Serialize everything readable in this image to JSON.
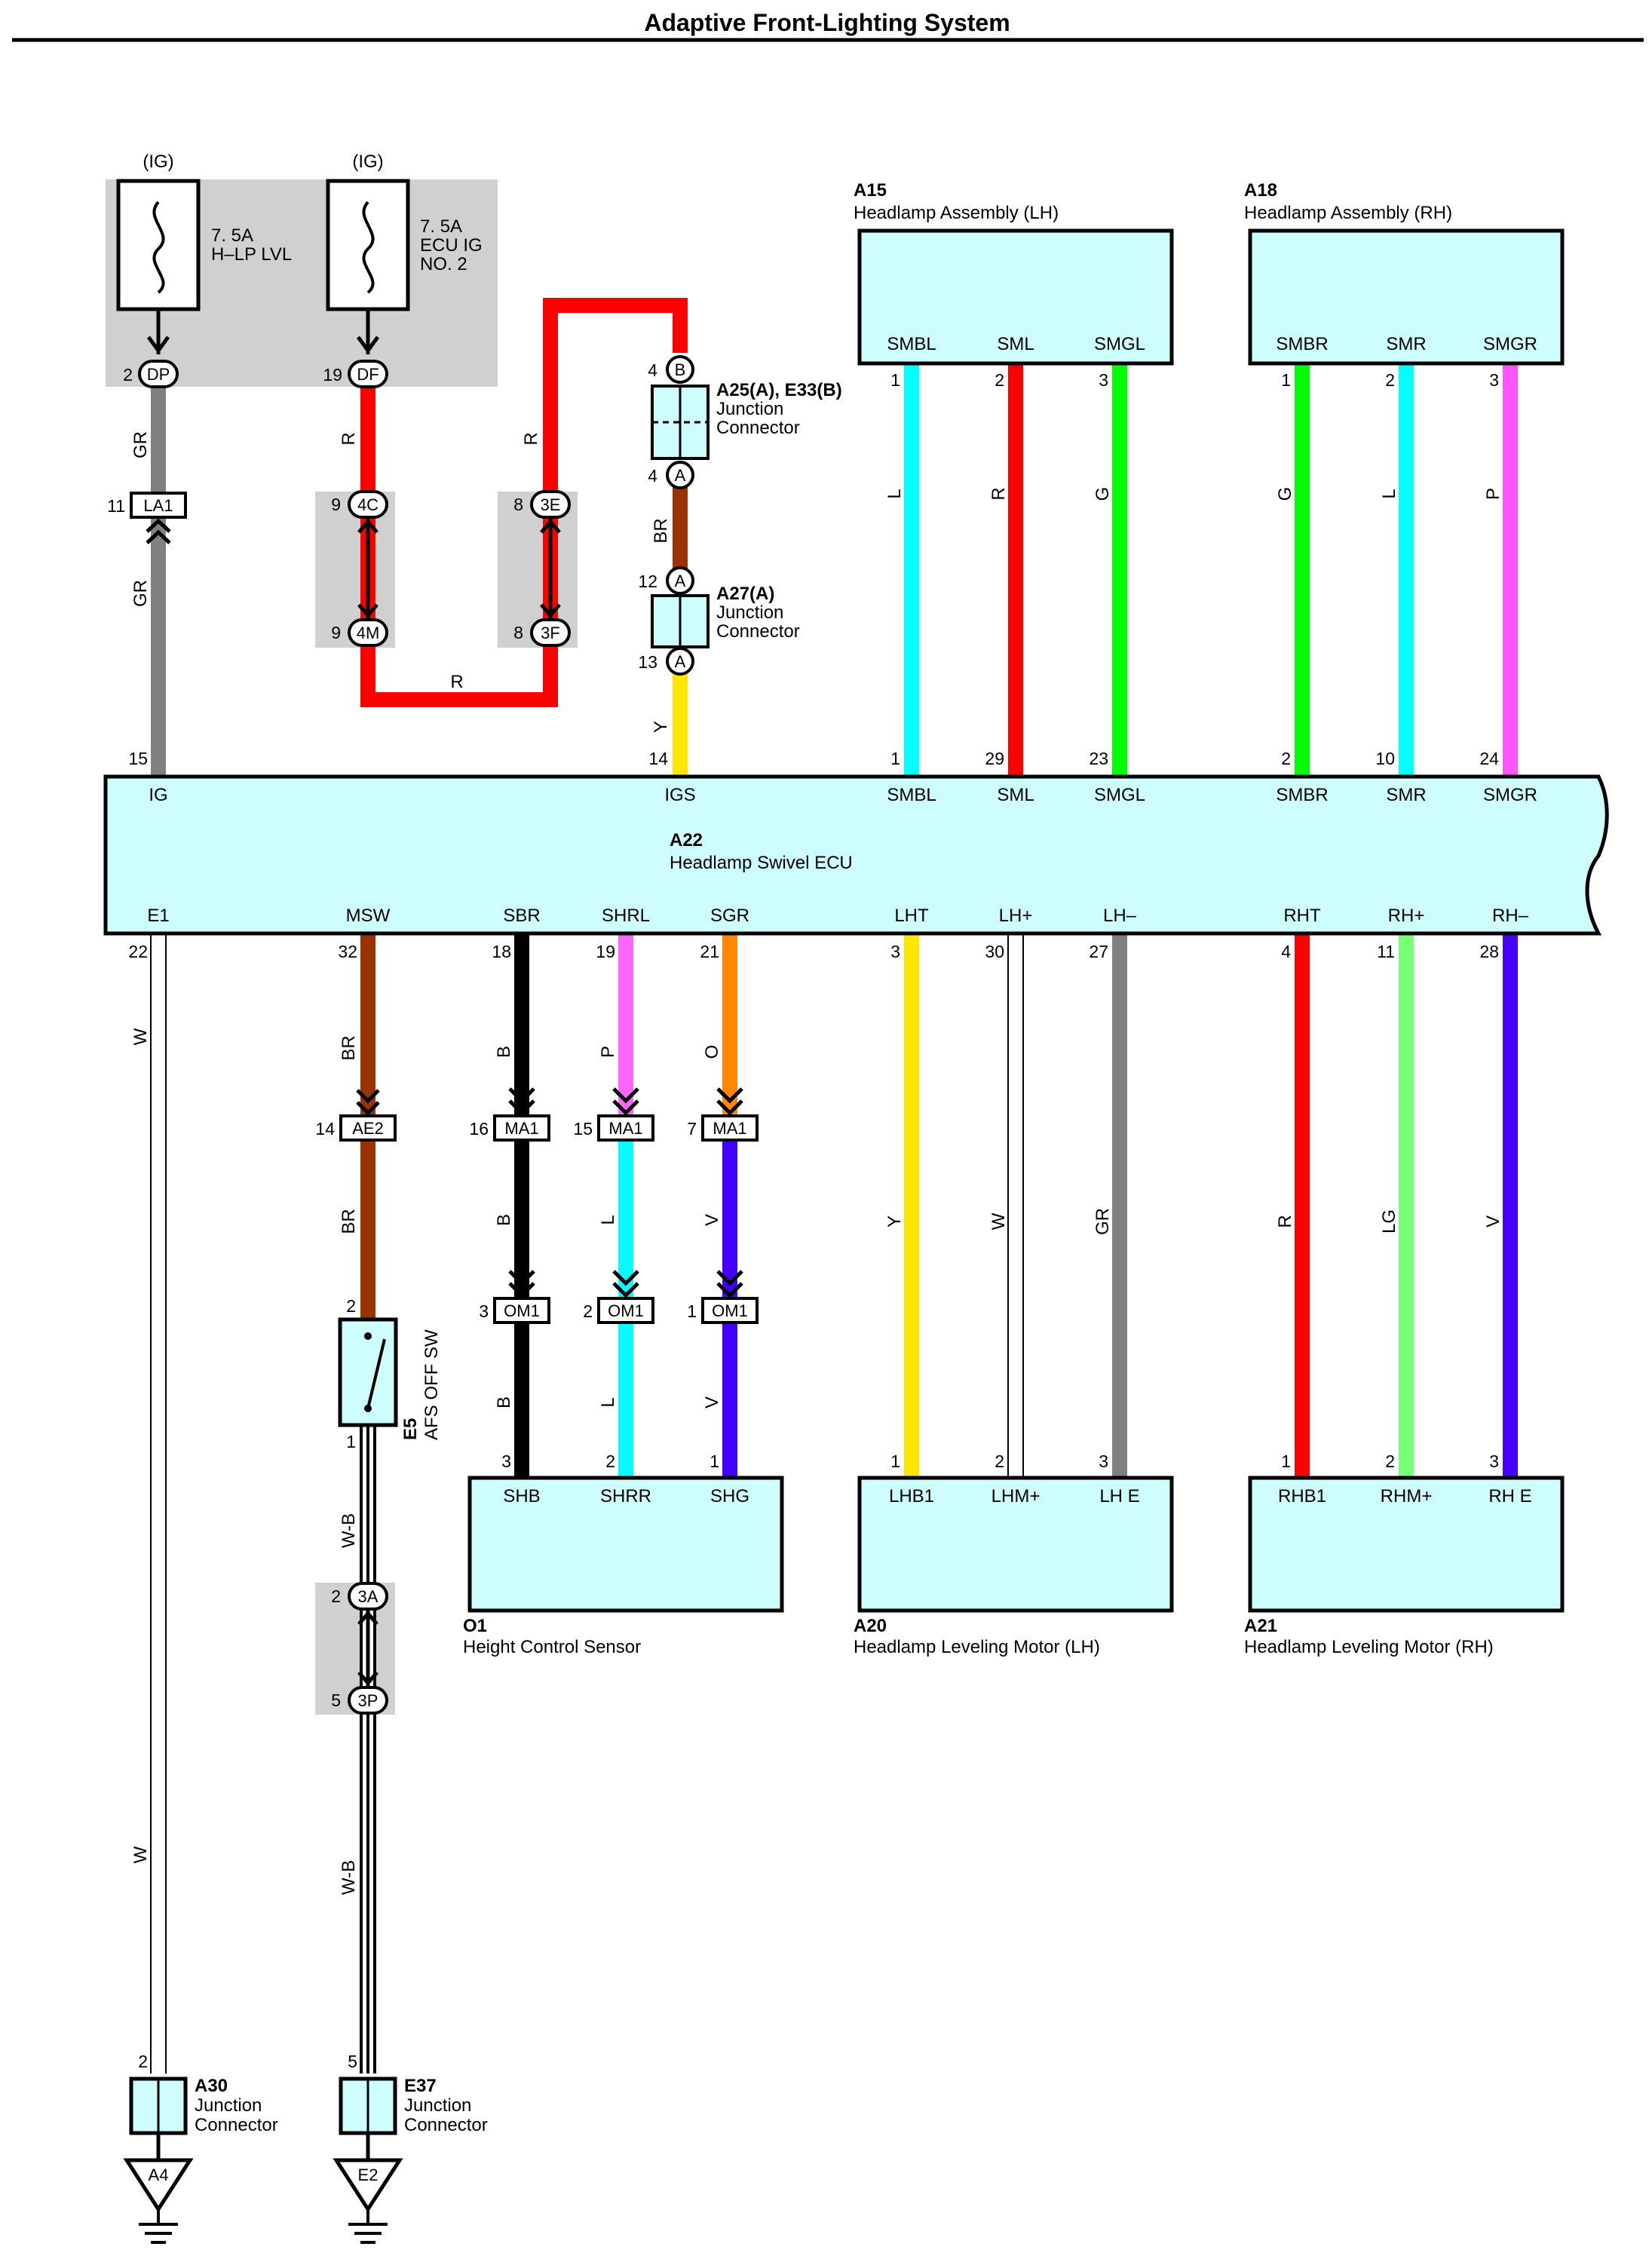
{
  "title": "Adaptive Front-Lighting System",
  "fuses": [
    {
      "supply": "(IG)",
      "rating": "7. 5A",
      "name1": "H–LP LVL",
      "name2": "",
      "pin": "2",
      "conn": "DP"
    },
    {
      "supply": "(IG)",
      "rating": "7. 5A",
      "name1": "ECU IG",
      "name2": "NO. 2",
      "pin": "19",
      "conn": "DF"
    }
  ],
  "junctions": {
    "la1": {
      "pin": "11",
      "name": "LA1"
    },
    "j4c": {
      "pin": "9",
      "name": "4C"
    },
    "j4m": {
      "pin": "9",
      "name": "4M"
    },
    "j3e": {
      "pin": "8",
      "name": "3E"
    },
    "j3f": {
      "pin": "8",
      "name": "3F"
    },
    "ae2": {
      "pin": "14",
      "name": "AE2"
    },
    "j3a": {
      "pin": "2",
      "name": "3A"
    },
    "j3p": {
      "pin": "5",
      "name": "3P"
    },
    "ma1": [
      {
        "pin": "16",
        "name": "MA1"
      },
      {
        "pin": "15",
        "name": "MA1"
      },
      {
        "pin": "7",
        "name": "MA1"
      }
    ],
    "om1": [
      {
        "pin": "3",
        "name": "OM1"
      },
      {
        "pin": "2",
        "name": "OM1"
      },
      {
        "pin": "1",
        "name": "OM1"
      }
    ]
  },
  "a25": {
    "id": "A25(A), E33(B)",
    "line1": "Junction",
    "line2": "Connector",
    "pin_top": "4",
    "mark_top": "B",
    "pin_bot": "4",
    "mark_bot": "A"
  },
  "a27": {
    "id": "A27(A)",
    "line1": "Junction",
    "line2": "Connector",
    "pin_top": "12",
    "mark_top": "A",
    "pin_bot": "13",
    "mark_bot": "A"
  },
  "ecu": {
    "id": "A22",
    "name": "Headlamp Swivel ECU",
    "top_terms": [
      {
        "name": "IG",
        "pin": "15"
      },
      {
        "name": "IGS",
        "pin": "14"
      },
      {
        "name": "SMBL",
        "pin": "1"
      },
      {
        "name": "SML",
        "pin": "29"
      },
      {
        "name": "SMGL",
        "pin": "23"
      },
      {
        "name": "SMBR",
        "pin": "2"
      },
      {
        "name": "SMR",
        "pin": "10"
      },
      {
        "name": "SMGR",
        "pin": "24"
      }
    ],
    "bottom_terms": [
      {
        "name": "E1",
        "pin": "22"
      },
      {
        "name": "MSW",
        "pin": "32"
      },
      {
        "name": "SBR",
        "pin": "18"
      },
      {
        "name": "SHRL",
        "pin": "19"
      },
      {
        "name": "SGR",
        "pin": "21"
      },
      {
        "name": "LHT",
        "pin": "3"
      },
      {
        "name": "LH+",
        "pin": "30"
      },
      {
        "name": "LH–",
        "pin": "27"
      },
      {
        "name": "RHT",
        "pin": "4"
      },
      {
        "name": "RH+",
        "pin": "11"
      },
      {
        "name": "RH–",
        "pin": "28"
      }
    ]
  },
  "components": {
    "a15": {
      "id": "A15",
      "name": "Headlamp Assembly (LH)",
      "terms": [
        {
          "name": "SMBL",
          "pin": "1"
        },
        {
          "name": "SML",
          "pin": "2"
        },
        {
          "name": "SMGL",
          "pin": "3"
        }
      ]
    },
    "a18": {
      "id": "A18",
      "name": "Headlamp Assembly (RH)",
      "terms": [
        {
          "name": "SMBR",
          "pin": "1"
        },
        {
          "name": "SMR",
          "pin": "2"
        },
        {
          "name": "SMGR",
          "pin": "3"
        }
      ]
    },
    "o1": {
      "id": "O1",
      "name": "Height Control Sensor",
      "terms": [
        {
          "name": "SHB",
          "pin": "3"
        },
        {
          "name": "SHRR",
          "pin": "2"
        },
        {
          "name": "SHG",
          "pin": "1"
        }
      ]
    },
    "a20": {
      "id": "A20",
      "name": "Headlamp Leveling Motor (LH)",
      "terms": [
        {
          "name": "LHB1",
          "pin": "1"
        },
        {
          "name": "LHM+",
          "pin": "2"
        },
        {
          "name": "LH E",
          "pin": "3"
        }
      ]
    },
    "a21": {
      "id": "A21",
      "name": "Headlamp Leveling Motor (RH)",
      "terms": [
        {
          "name": "RHB1",
          "pin": "1"
        },
        {
          "name": "RHM+",
          "pin": "2"
        },
        {
          "name": "RH E",
          "pin": "3"
        }
      ]
    },
    "e5": {
      "id": "E5",
      "name": "AFS OFF SW",
      "pin_top": "2",
      "pin_bot": "1"
    },
    "a30": {
      "id": "A30",
      "line1": "Junction",
      "line2": "Connector",
      "pin": "2",
      "ground": "A4"
    },
    "e37": {
      "id": "E37",
      "line1": "Junction",
      "line2": "Connector",
      "pin": "5",
      "ground": "E2"
    }
  },
  "wire_colors": {
    "ig_top": "GR",
    "ig_bottom": "GR",
    "df_down": "R",
    "r_loop_bottom": "R",
    "r_up": "R",
    "br_a25": "BR",
    "y_igs": "Y",
    "a15": [
      "L",
      "R",
      "G"
    ],
    "a18": [
      "G",
      "L",
      "P"
    ],
    "e1_top": "W",
    "e1_bottom": "W",
    "msw_top": "BR",
    "msw_mid": "BR",
    "msw_wb1": "W-B",
    "msw_wb2": "W-B",
    "sensor_top": [
      "B",
      "P",
      "O"
    ],
    "sensor_mid": [
      "B",
      "L",
      "V"
    ],
    "sensor_bot": [
      "B",
      "L",
      "V"
    ],
    "lh_motor": [
      "Y",
      "W",
      "GR"
    ],
    "rh_motor": [
      "R",
      "LG",
      "V"
    ]
  },
  "colors": {
    "box": "#cdfdfd",
    "shade": "#d0d0d0",
    "red": "#ff0000",
    "gray": "#808080",
    "brown": "#993300",
    "yellow": "#ffe600",
    "cyan": "#00ffff",
    "green": "#00ff00",
    "pink": "#ff66ff",
    "black": "#000000",
    "magenta": "#ff55ff",
    "orange": "#ff8800",
    "violet": "#4400ff",
    "lightgreen": "#77ff77"
  }
}
